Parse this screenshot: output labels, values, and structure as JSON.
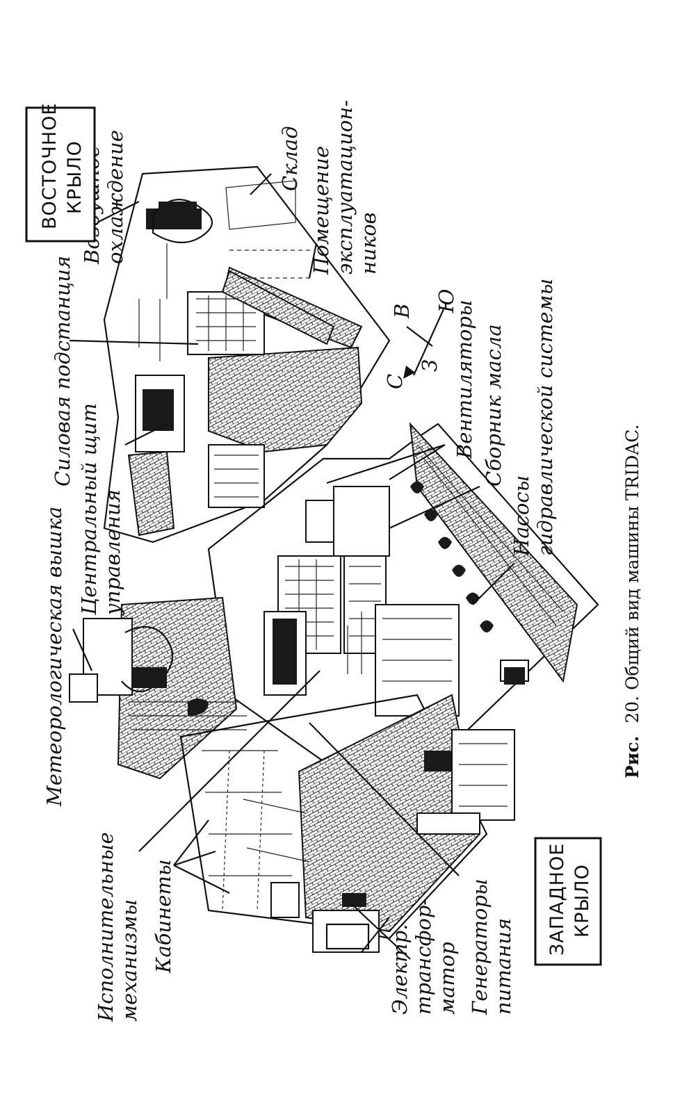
{
  "caption": {
    "prefix": "Рис.",
    "text": "20. Общий вид машины TRIDAC."
  },
  "wings": {
    "east": [
      "ВОСТОЧНОЕ",
      "КРЫЛО"
    ],
    "west": [
      "ЗАПАДНОЕ",
      "КРЫЛО"
    ]
  },
  "labels": {
    "meteo": [
      "Метеорологическая вышка"
    ],
    "central_panel": [
      "Центральный щит",
      "управления"
    ],
    "power_substation": [
      "Силовая подстанция"
    ],
    "air_cooling": [
      "Воздушное",
      "охлаждение"
    ],
    "warehouse": [
      "Склад"
    ],
    "staff_rooms": [
      "Помещение",
      "эксплуатацион-",
      "ников"
    ],
    "fans": [
      "Вентиляторы"
    ],
    "oil_tank": [
      "Сборник масла"
    ],
    "pumps": [
      "Насосы",
      "гидравлической системы"
    ],
    "actuators": [
      "Исполнительные",
      "механизмы"
    ],
    "offices": [
      "Кабинеты"
    ],
    "transformer": [
      "Электр.",
      "трансфор-",
      "матор"
    ],
    "generators": [
      "Генераторы",
      "питания"
    ]
  },
  "compass": [
    "С",
    "В",
    "Ю",
    "З"
  ]
}
